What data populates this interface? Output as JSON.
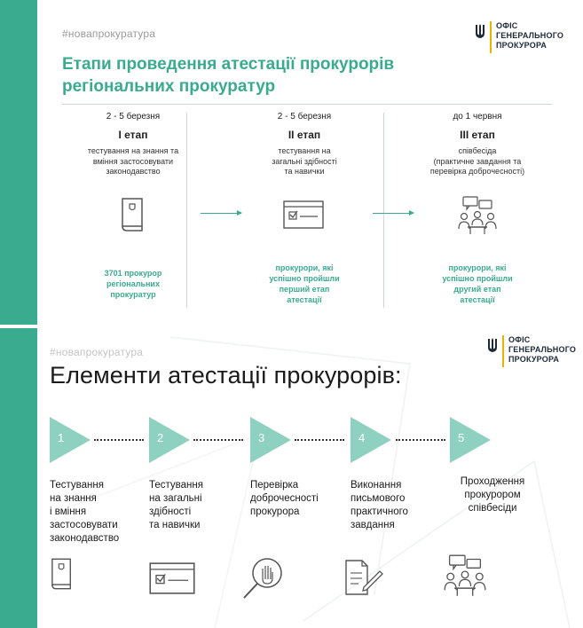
{
  "top": {
    "hashtag": "#новапрокуратура",
    "logo": [
      "ОФІС",
      "ГЕНЕРАЛЬНОГО",
      "ПРОКУРОРА"
    ],
    "title": "Етапи проведення атестації прокурорів регіональних прокуратур",
    "stages": [
      {
        "date": "2 - 5 березня",
        "name": "І етап",
        "desc": [
          "тестування на знання та",
          "вміння застосовувати",
          "законодавство"
        ],
        "icon": "book-icon",
        "result": [
          "3701 прокурор",
          "регіональних",
          "прокуратур"
        ]
      },
      {
        "date": "2 - 5 березня",
        "name": "ІІ етап",
        "desc": [
          "тестування на",
          "загальні здібності",
          "та навички"
        ],
        "icon": "browser-check-icon",
        "result": [
          "прокурори, які",
          "успішно пройшли",
          "перший етап",
          "атестації"
        ]
      },
      {
        "date": "до 1 червня",
        "name": "ІІІ етап",
        "desc": [
          "співбесіда",
          "(практичне завдання та",
          "перевірка доброчесності)"
        ],
        "icon": "meeting-icon",
        "result": [
          "прокурори, які",
          "успішно пройшли",
          "другий етап",
          "атестації"
        ]
      }
    ]
  },
  "bottom": {
    "hashtag": "#новапрокуратура",
    "logo": [
      "ОФІС",
      "ГЕНЕРАЛЬНОГО",
      "ПРОКУРОРА"
    ],
    "title": "Елементи атестації прокурорів:",
    "elements": [
      {
        "num": "1",
        "text": [
          "Тестування",
          "на знання",
          "і вміння",
          "застосовувати",
          "законодавство"
        ],
        "icon": "book-icon"
      },
      {
        "num": "2",
        "text": [
          "Тестування",
          "на загальні",
          "здібності",
          "та навички"
        ],
        "icon": "browser-check-icon"
      },
      {
        "num": "3",
        "text": [
          "Перевірка",
          "доброчесності",
          "прокурора"
        ],
        "icon": "magnifier-hand-icon"
      },
      {
        "num": "4",
        "text": [
          "Виконання",
          "письмового",
          "практичного",
          "завдання"
        ],
        "icon": "document-pen-icon"
      },
      {
        "num": "5",
        "text": [
          "Проходження",
          "прокурором",
          "співбесіди"
        ],
        "icon": "meeting-icon"
      }
    ]
  },
  "colors": {
    "accent": "#3aab8f",
    "accent_light": "#8fd1c1",
    "logo_bar": "#e8b400"
  }
}
